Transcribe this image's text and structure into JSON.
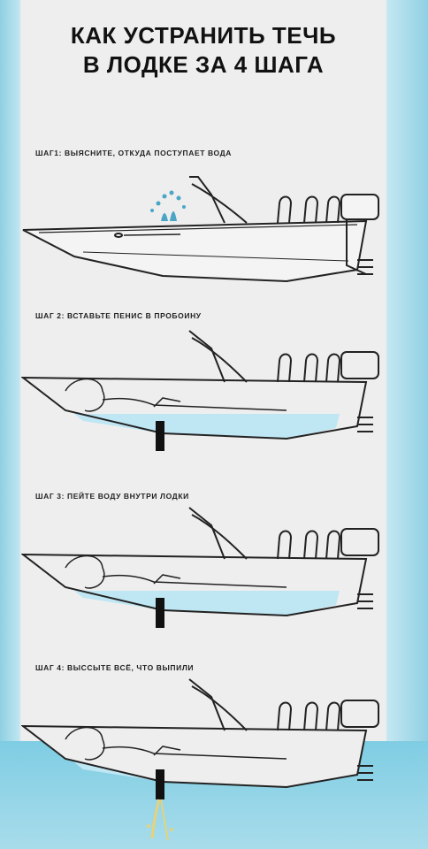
{
  "title": {
    "line1": "КАК УСТРАНИТЬ ТЕЧЬ",
    "line2": "В ЛОДКЕ ЗА 4 ШАГА"
  },
  "steps": [
    {
      "label": "ШАГ1: ВЫЯСНИТЕ, ОТКУДА ПОСТУПАЕТ ВОДА"
    },
    {
      "label": "ШАГ 2: ВСТАВЬТЕ ПЕНИС В ПРОБОИНУ"
    },
    {
      "label": "ШАГ 3: ПЕЙТЕ ВОДУ ВНУТРИ ЛОДКИ"
    },
    {
      "label": "ШАГ 4: ВЫССЫТЕ ВСЁ, ЧТО ВЫПИЛИ"
    }
  ],
  "colors": {
    "background": "#eeeeee",
    "side_water": "#8fd0e3",
    "inner_water": "#bfe6f3",
    "outline": "#222222",
    "plug": "#111111"
  }
}
